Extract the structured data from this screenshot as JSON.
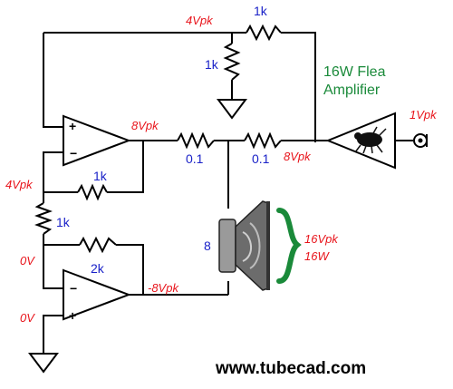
{
  "labels": {
    "v_top": "4Vpk",
    "v_op1_out": "8Vpk",
    "v_amp_out": "8Vpk",
    "v_in": "1Vpk",
    "v_mid_left": "4Vpk",
    "v_zero1": "0V",
    "v_zero2": "0V",
    "v_op2_out": "-8Vpk",
    "v_speaker": "16Vpk",
    "p_speaker": "16W"
  },
  "values": {
    "r_top": "1k",
    "r_shunt": "1k",
    "r_fb1": "1k",
    "r_mid": "1k",
    "r_fb2": "2k",
    "r_sense1": "0.1",
    "r_sense2": "0.1",
    "speaker_ohms": "8"
  },
  "amp": {
    "line1": "16W Flea",
    "line2": "Amplifier"
  },
  "site": "www.tubecad.com"
}
